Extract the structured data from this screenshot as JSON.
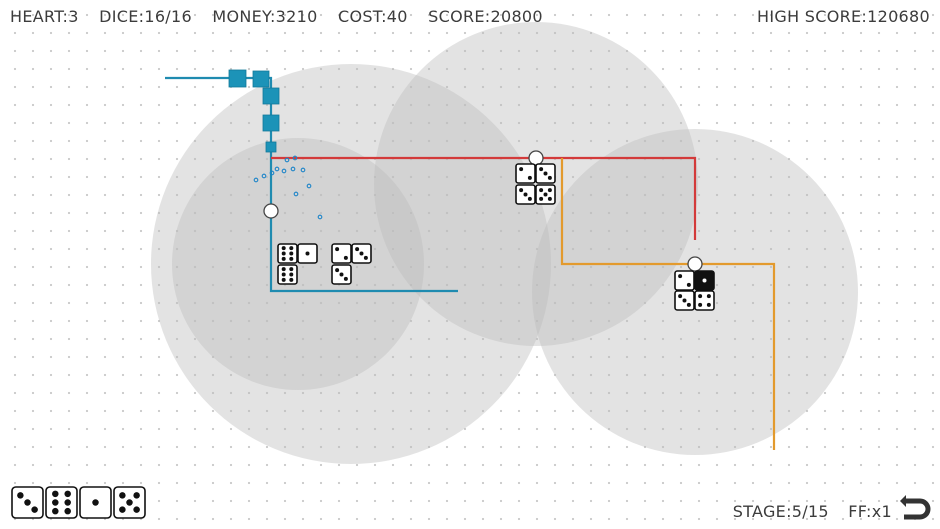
{
  "hud": {
    "heart": "HEART:3",
    "dice": "DICE:16/16",
    "money": "MONEY:3210",
    "cost": "COST:40",
    "score": "SCORE:20800",
    "high_score": "HIGH SCORE:120680",
    "stage": "STAGE:5/15",
    "fast_forward": "FF:x1"
  },
  "colors": {
    "background": "#ffffff",
    "grid_dot": "#c9c9c9",
    "range_circle": "#bdbdbd",
    "path_blue": "#1f8bb0",
    "path_red": "#d33a3a",
    "path_orange": "#e39a2d",
    "enemy_blue": "#1c93b8",
    "die_face": "#ffffff",
    "die_pip": "#111111",
    "die_black_face": "#111111",
    "text": "#3c3c3c"
  },
  "icons": {
    "back_button": "back-arrow-icon",
    "waypoint": "circle-node-icon"
  },
  "towers": [
    {
      "name": "tower-blue-left",
      "dice": [
        6,
        1,
        6
      ]
    },
    {
      "name": "tower-blue-right",
      "dice": [
        2,
        3,
        3
      ]
    },
    {
      "name": "tower-red",
      "dice": [
        2,
        3,
        3,
        5
      ]
    },
    {
      "name": "tower-orange",
      "dice": [
        2,
        1,
        3,
        4
      ]
    }
  ],
  "dice_inventory": [
    3,
    6,
    1,
    5
  ]
}
